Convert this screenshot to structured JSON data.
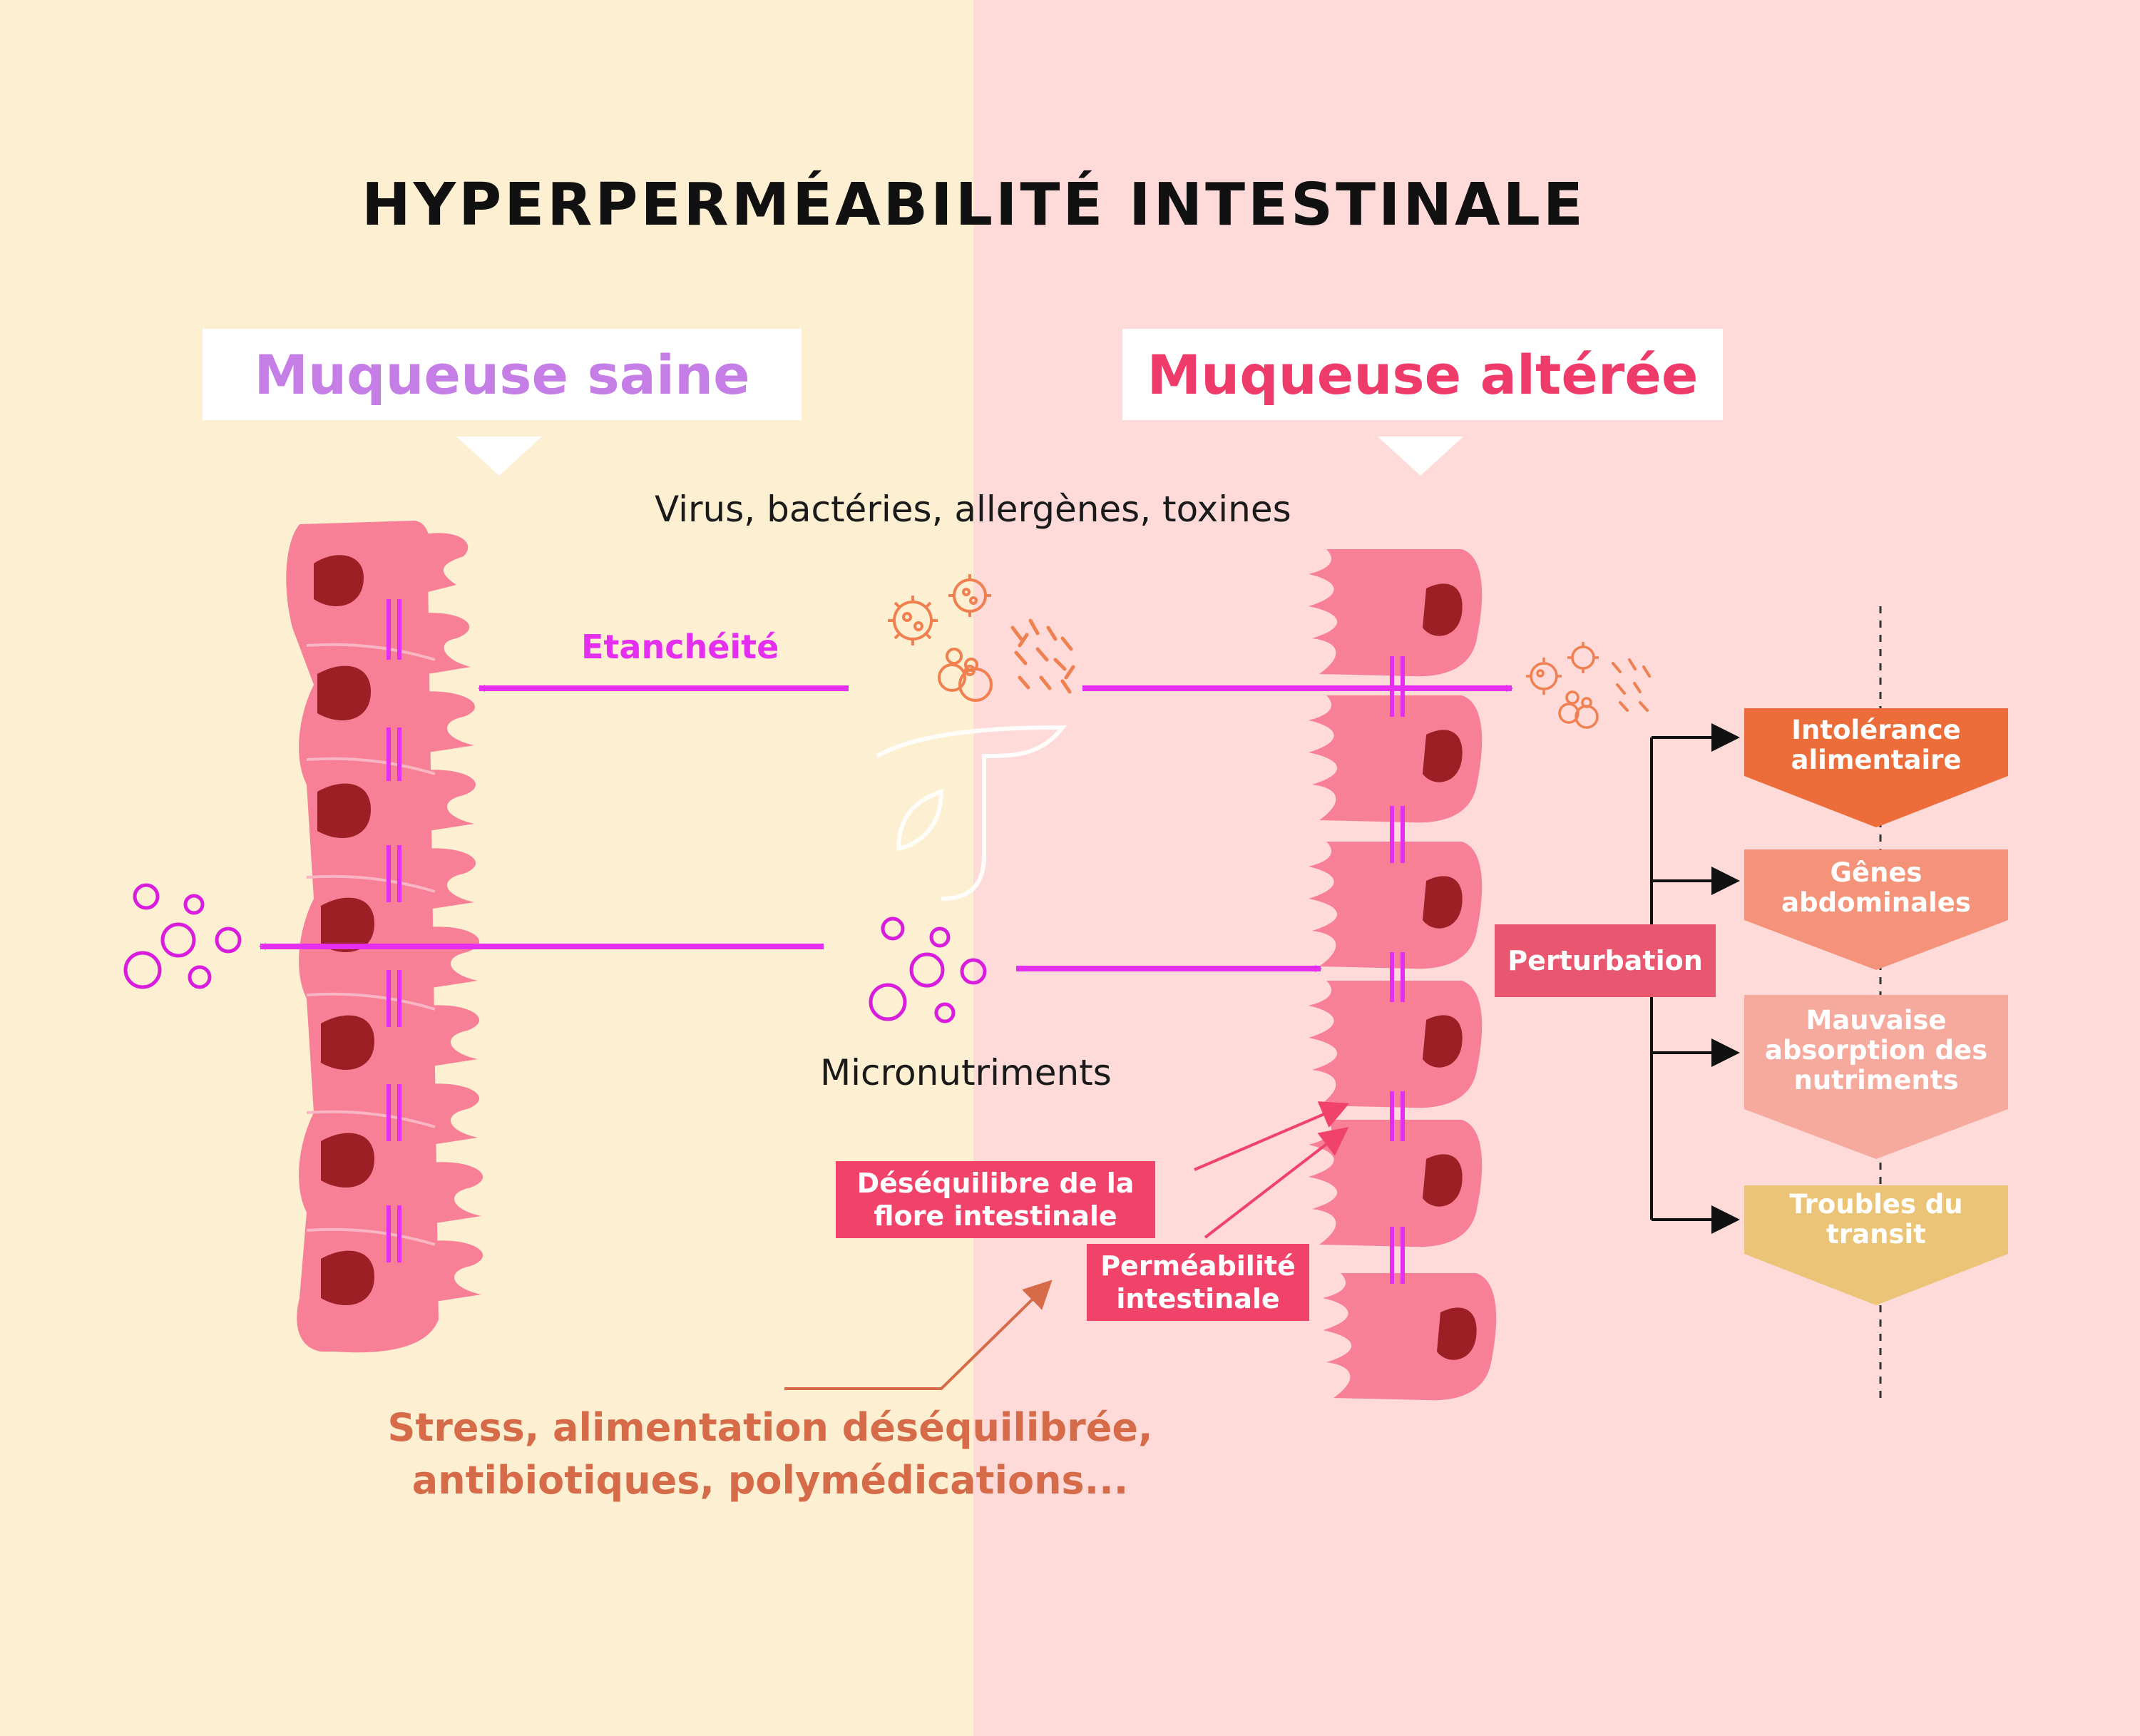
{
  "title": "HYPERPERMÉABILITÉ INTESTINALE",
  "headers": {
    "healthy": "Muqueuse saine",
    "altered": "Muqueuse altérée"
  },
  "labels": {
    "pathogens": "Virus, bactéries, allergènes, toxines",
    "tightness": "Etanchéité",
    "micronutrients": "Micronutriments",
    "causes": "Stress, alimentation déséquilibrée, antibiotiques, polymédications..."
  },
  "tags": {
    "flora_imbalance": "Déséquilibre de la flore intestinale",
    "permeability": "Perméabilité intestinale",
    "disturbance": "Perturbation"
  },
  "symptoms": [
    {
      "label": "Intolérance alimentaire",
      "color": "#ed6d3a"
    },
    {
      "label": "Gênes abdominales",
      "color": "#f4937a"
    },
    {
      "label": "Mauvaise absorption des nutriments",
      "color": "#f6a99d"
    },
    {
      "label": "Troubles du transit",
      "color": "#ecc477"
    }
  ],
  "colors": {
    "healthy_bg": "#fdefd1",
    "altered_bg": "#fedad9",
    "cell": "#f77f96",
    "nucleus": "#9c1f26",
    "junction": "#e42ef0",
    "pathogen": "#f08050",
    "micronutrient": "#d81edc"
  },
  "icons": {
    "pathogen_cluster": "virus-bacteria-icon",
    "micronutrient_cluster": "bubbles-icon",
    "logo": "leaf-logo-icon"
  }
}
